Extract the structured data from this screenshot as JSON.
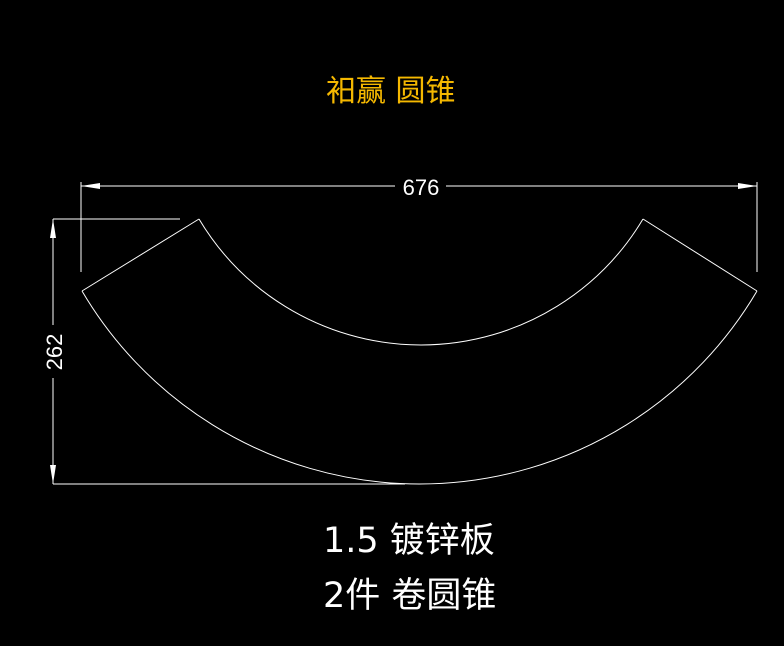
{
  "title": "衵赢 圆锥",
  "dimensions": {
    "width": "676",
    "height": "262"
  },
  "notes": [
    "1.5 镀锌板",
    "2件 卷圆锥"
  ],
  "colors": {
    "background": "#000000",
    "title": "#f5b800",
    "lines": "#ffffff"
  }
}
